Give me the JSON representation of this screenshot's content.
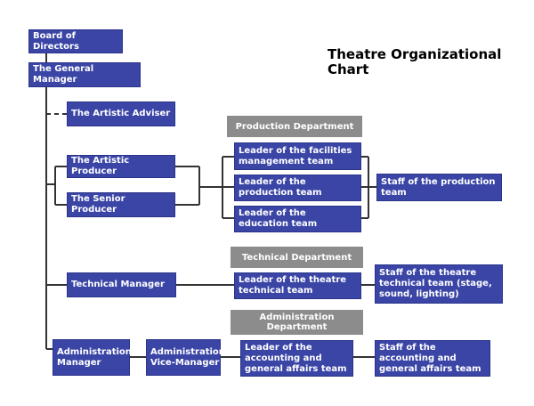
{
  "title_lines": [
    "Theatre Organizational",
    "Chart"
  ],
  "colors": {
    "box": "#3a45a6",
    "dept": "#8c8c8c",
    "line": "#333333"
  },
  "nodes": {
    "board": "Board of Directors",
    "general_manager": "The General Manager",
    "artistic_adviser": "The Artistic Adviser",
    "artistic_producer": "The Artistic Producer",
    "senior_producer": "The Senior Producer",
    "technical_manager": "Technical Manager",
    "admin_manager": "Administration Manager",
    "admin_vice_manager": "Administration Vice-Manager",
    "leader_facilities": "Leader of the facilities management team",
    "leader_production": "Leader of the production team",
    "leader_education": "Leader of the education team",
    "staff_production": "Staff of the production team",
    "leader_technical": "Leader of the theatre technical team",
    "staff_technical": "Staff of the theatre technical team (stage, sound, lighting)",
    "leader_accounting": "Leader of the accounting and general affairs team",
    "staff_accounting": "Staff of the accounting and general affairs team"
  },
  "departments": {
    "production": "Production Department",
    "technical": "Technical Department",
    "administration": "Administration Department"
  }
}
